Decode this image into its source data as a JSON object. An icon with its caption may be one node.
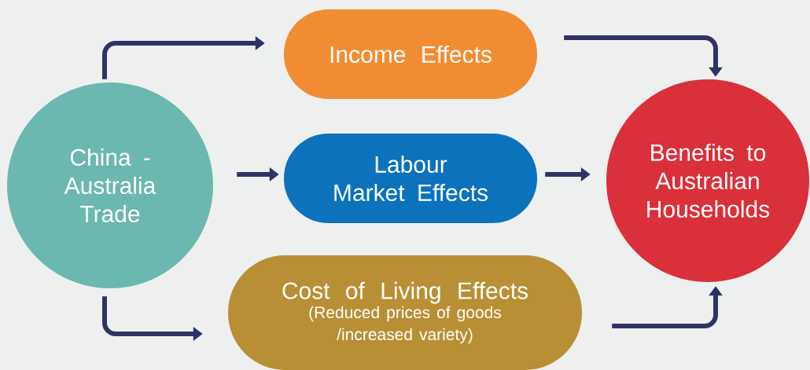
{
  "diagram": {
    "nodes": [
      {
        "text": [
          "China - Australia Trade"
        ]
      },
      {
        "text": [
          "Income Effects"
        ]
      },
      {
        "text": [
          "Labour Market Effects"
        ]
      },
      {
        "text": [
          "Cost of Living Effects",
          "(Reduced prices of goods /increased variety)"
        ]
      },
      {
        "text": [
          "Benefits to Australian Households"
        ]
      }
    ],
    "edges": [
      {
        "from": 0,
        "to": 1,
        "arrow": "to"
      },
      {
        "from": 0,
        "to": 2,
        "arrow": "to"
      },
      {
        "from": 0,
        "to": 3,
        "arrow": "to"
      },
      {
        "from": 1,
        "to": 4,
        "arrow": "to"
      },
      {
        "from": 2,
        "to": 4,
        "arrow": "to"
      },
      {
        "from": 3,
        "to": 4,
        "arrow": "to"
      }
    ]
  }
}
